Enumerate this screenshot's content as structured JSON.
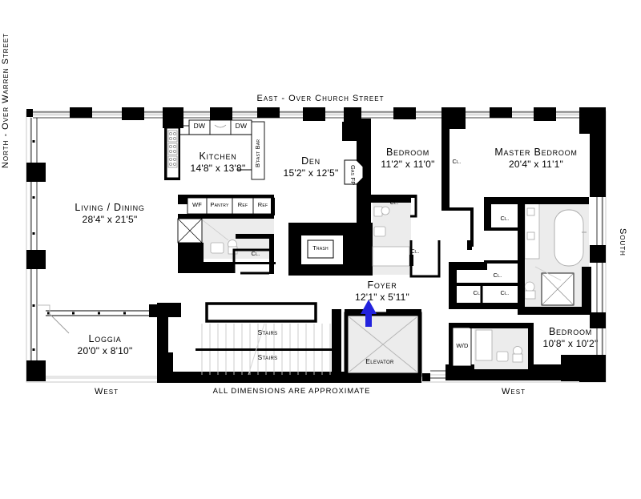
{
  "plan": {
    "title_note": "ALL DIMENSIONS ARE APPROXIMATE",
    "colors": {
      "wall": "#000000",
      "fixture_fill": "#ececec",
      "arrow": "#2222dd",
      "background": "#ffffff"
    },
    "orientation_labels": {
      "top": "East - Over Church Street",
      "left": "North - Over Warren Street",
      "right": "South",
      "bottom_left": "West",
      "bottom_right": "West"
    },
    "rooms": [
      {
        "id": "living-dining",
        "name": "Living / Dining",
        "dimensions": "28'4\"  x  21'5\""
      },
      {
        "id": "kitchen",
        "name": "Kitchen",
        "dimensions": "14'8\"  x  13'8\""
      },
      {
        "id": "den",
        "name": "Den",
        "dimensions": "15'2\"  x  12'5\""
      },
      {
        "id": "bedroom-2",
        "name": "Bedroom",
        "dimensions": "11'2\"  x  11'0\""
      },
      {
        "id": "master-bedroom",
        "name": "Master Bedroom",
        "dimensions": "20'4\"  x  11'1\""
      },
      {
        "id": "bedroom-3",
        "name": "Bedroom",
        "dimensions": "10'8\"  x  10'2\""
      },
      {
        "id": "foyer",
        "name": "Foyer",
        "dimensions": "12'1\"  x  5'11\""
      },
      {
        "id": "loggia",
        "name": "Loggia",
        "dimensions": "20'0\"  x  8'10\""
      }
    ],
    "fixtures": {
      "dishwasher_left": "DW",
      "dishwasher_right": "DW",
      "breakfast_bar": "B'fast Bar",
      "wine_fridge": "WF",
      "pantry": "Pantry",
      "refrigerator_1": "Ref",
      "refrigerator_2": "Ref",
      "trash": "Trash",
      "gas_fireplace": "Gas FP",
      "washer_dryer": "W/D",
      "elevator": "Elevator",
      "stairs_upper": "Stairs",
      "stairs_lower": "Stairs"
    },
    "closets": [
      {
        "id": "cl-kitchen-a",
        "label": "Cl."
      },
      {
        "id": "cl-kitchen-b",
        "label": "Cl."
      },
      {
        "id": "cl-bed2-a",
        "label": "Cl."
      },
      {
        "id": "cl-bed2-b",
        "label": "Cl."
      },
      {
        "id": "cl-hall",
        "label": "Cl."
      },
      {
        "id": "cl-master-a",
        "label": "Cl."
      },
      {
        "id": "cl-master-b",
        "label": "Cl."
      },
      {
        "id": "cl-master-c",
        "label": "Cl."
      },
      {
        "id": "cl-master-d",
        "label": "Cl."
      }
    ]
  }
}
